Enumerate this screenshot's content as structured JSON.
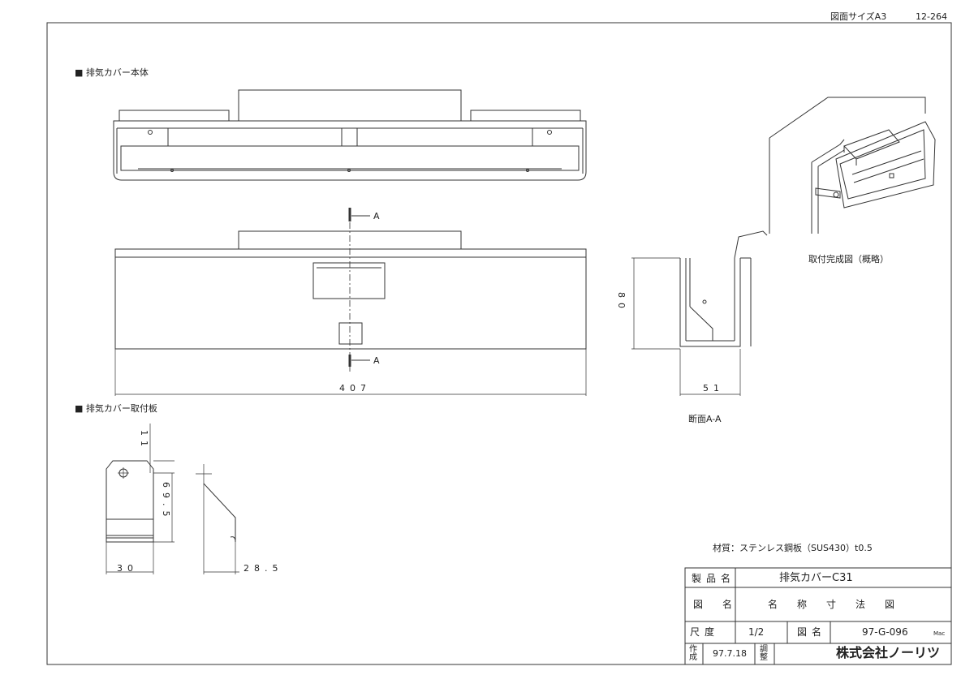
{
  "header": {
    "sheet_size": "図面サイズA3",
    "drawing_code": "12-264"
  },
  "sections": {
    "cover_body": "■ 排気カバー本体",
    "mount_plate": "■ 排気カバー取付板"
  },
  "labels": {
    "section_mark_top": "A",
    "section_mark_bottom": "A",
    "section_caption": "断面A-A",
    "perspective_caption": "取付完成図（概略）",
    "material": "材質：ステンレス鋼板（SUS430）t0.5"
  },
  "dimensions": {
    "width_407": "407",
    "height_80": "80",
    "depth_51": "51",
    "plate_11": "11",
    "plate_69_5": "69.5",
    "plate_30": "30",
    "plate_28_5": "28.5"
  },
  "title_block": {
    "product_label": "製品名",
    "product_value": "排気カバーC31",
    "drawing_label": "図　名",
    "drawing_value": "名　称　寸　法　図",
    "scale_label": "尺度",
    "scale_value": "1/2",
    "drawing_no_label": "図名",
    "drawing_no_value": "97-G-096",
    "mac": "Mac",
    "created_label": "作成",
    "created_value": "97.7.18",
    "adjust_label": "調整",
    "company": "株式会社ノーリツ"
  }
}
